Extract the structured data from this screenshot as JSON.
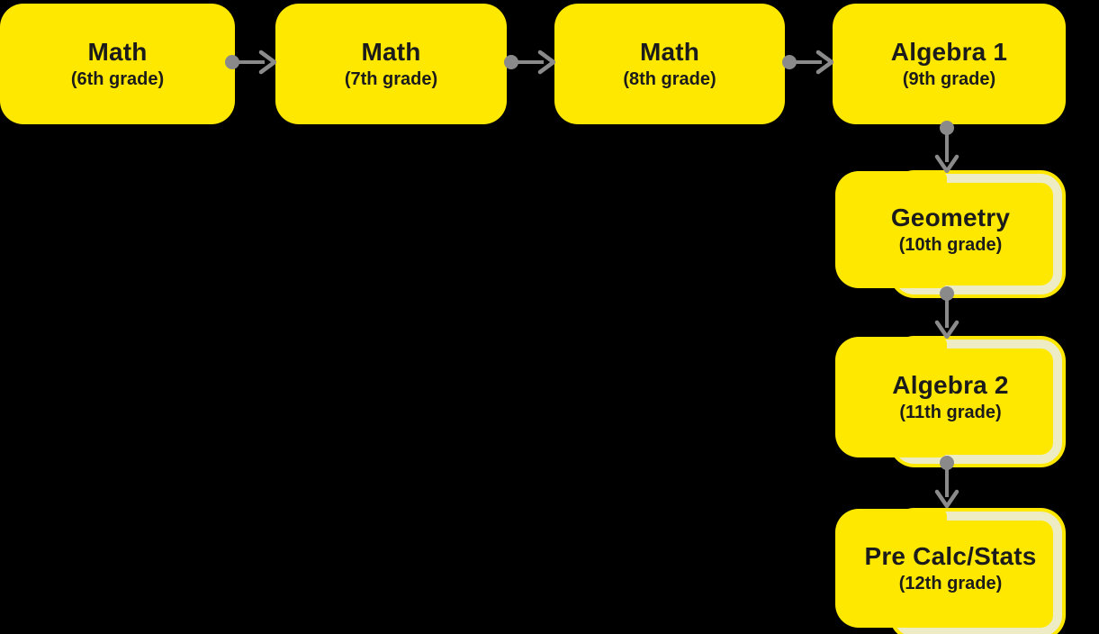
{
  "diagram": {
    "description": "Math course progression flowchart",
    "colors": {
      "background": "#000000",
      "node_fill": "#FFE800",
      "stacked_node_border": "#EDECC4",
      "connector": "#8A8A8A",
      "text": "#1B1B1B"
    },
    "nodes": [
      {
        "id": "math-6",
        "title": "Math",
        "subtitle": "(6th grade)",
        "style": "plain"
      },
      {
        "id": "math-7",
        "title": "Math",
        "subtitle": "(7th grade)",
        "style": "plain"
      },
      {
        "id": "math-8",
        "title": "Math",
        "subtitle": "(8th grade)",
        "style": "plain"
      },
      {
        "id": "algebra-1",
        "title": "Algebra 1",
        "subtitle": "(9th grade)",
        "style": "plain"
      },
      {
        "id": "geometry",
        "title": "Geometry",
        "subtitle": "(10th grade)",
        "style": "stacked"
      },
      {
        "id": "algebra-2",
        "title": "Algebra 2",
        "subtitle": "(11th grade)",
        "style": "stacked"
      },
      {
        "id": "pre-calc-stats",
        "title": "Pre Calc/Stats",
        "subtitle": "(12th grade)",
        "style": "stacked"
      }
    ],
    "edges": [
      {
        "from": "math-6",
        "to": "math-7",
        "direction": "right"
      },
      {
        "from": "math-7",
        "to": "math-8",
        "direction": "right"
      },
      {
        "from": "math-8",
        "to": "algebra-1",
        "direction": "right"
      },
      {
        "from": "algebra-1",
        "to": "geometry",
        "direction": "down"
      },
      {
        "from": "geometry",
        "to": "algebra-2",
        "direction": "down"
      },
      {
        "from": "algebra-2",
        "to": "pre-calc-stats",
        "direction": "down"
      }
    ]
  }
}
